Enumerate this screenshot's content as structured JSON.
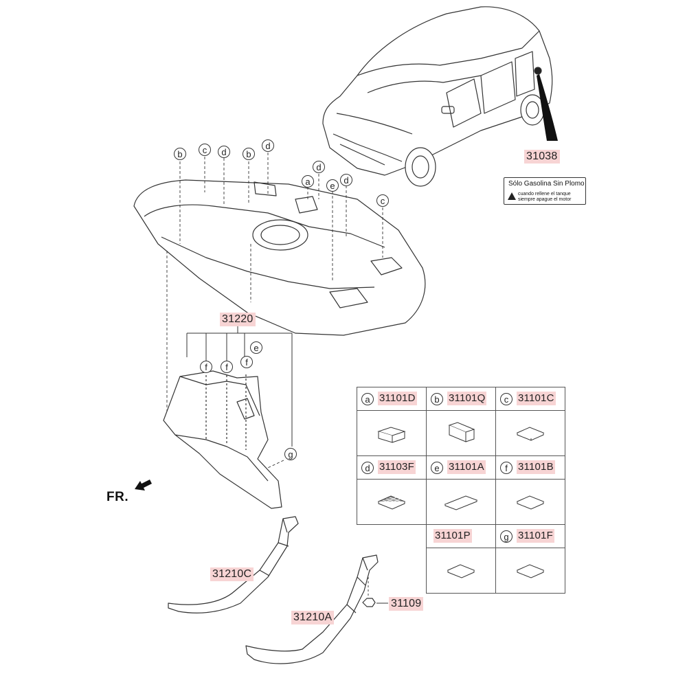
{
  "title_code": "31038",
  "decal": {
    "line1": "Sólo Gasolina Sin Plomo",
    "line2": "cuando rellene el tanque",
    "line3": "siempre apague el motor",
    "icon": "warning-triangle-icon"
  },
  "front_label": "FR.",
  "parts": {
    "tank_cover": "31220",
    "strap_c": "31210C",
    "strap_a": "31210A",
    "nut": "31109"
  },
  "tank_callouts": [
    "b",
    "c",
    "d",
    "b",
    "d",
    "d",
    "a",
    "e",
    "d",
    "c"
  ],
  "cover_callouts": [
    "e",
    "f",
    "f",
    "f",
    "g"
  ],
  "legend": [
    {
      "letter": "a",
      "part": "31101D",
      "shape": "block"
    },
    {
      "letter": "b",
      "part": "31101Q",
      "shape": "tall-block"
    },
    {
      "letter": "c",
      "part": "31101C",
      "shape": "square-pad"
    },
    {
      "letter": "d",
      "part": "31103F",
      "shape": "mesh-pad"
    },
    {
      "letter": "e",
      "part": "31101A",
      "shape": "long-pad"
    },
    {
      "letter": "f",
      "part": "31101B",
      "shape": "square-pad"
    },
    {
      "letter": "",
      "part": "31101P",
      "shape": "square-pad"
    },
    {
      "letter": "g",
      "part": "31101F",
      "shape": "square-pad"
    }
  ]
}
